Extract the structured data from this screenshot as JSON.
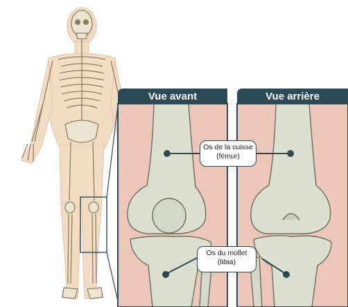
{
  "panels": {
    "front": {
      "title": "Vue avant"
    },
    "back": {
      "title": "Vue arrière"
    }
  },
  "callouts": {
    "femur": {
      "line1": "Os de la cuisse",
      "line2": "(fémur)"
    },
    "tibia": {
      "line1": "Os du mollet",
      "line2": "(tibia)"
    }
  },
  "colors": {
    "header": "#2b4a55",
    "panel_background": "#ecc6b7",
    "bone": "#dcdfcd",
    "body_silhouette": "#f3dcc4"
  }
}
